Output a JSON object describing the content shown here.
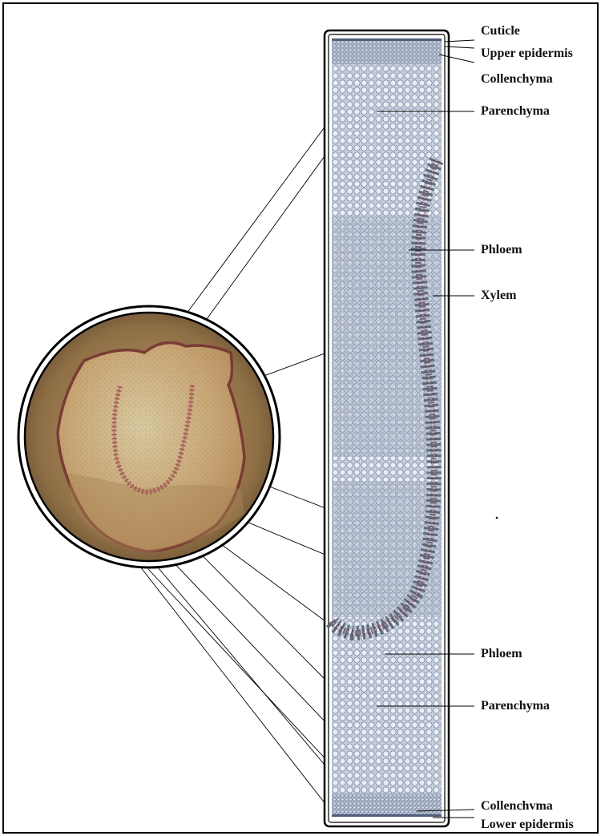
{
  "labels": {
    "cuticle": "Cuticle",
    "upper_epidermis": "Upper epidermis",
    "collenchyma_top": "Collenchyma",
    "parenchyma_top": "Parenchyma",
    "phloem_top": "Phloem",
    "xylem": "Xylem",
    "phloem_bottom": "Phloem",
    "parenchyma_bottom": "Parenchyma",
    "collenchyma_bottom": "Collenchvma",
    "lower_epidermis": "Lower epidermis"
  },
  "colors": {
    "tissue": "#b7c0d2",
    "vascular": "#6c4a5a",
    "whole_section": "#c9a87a",
    "outline": "#000000"
  }
}
